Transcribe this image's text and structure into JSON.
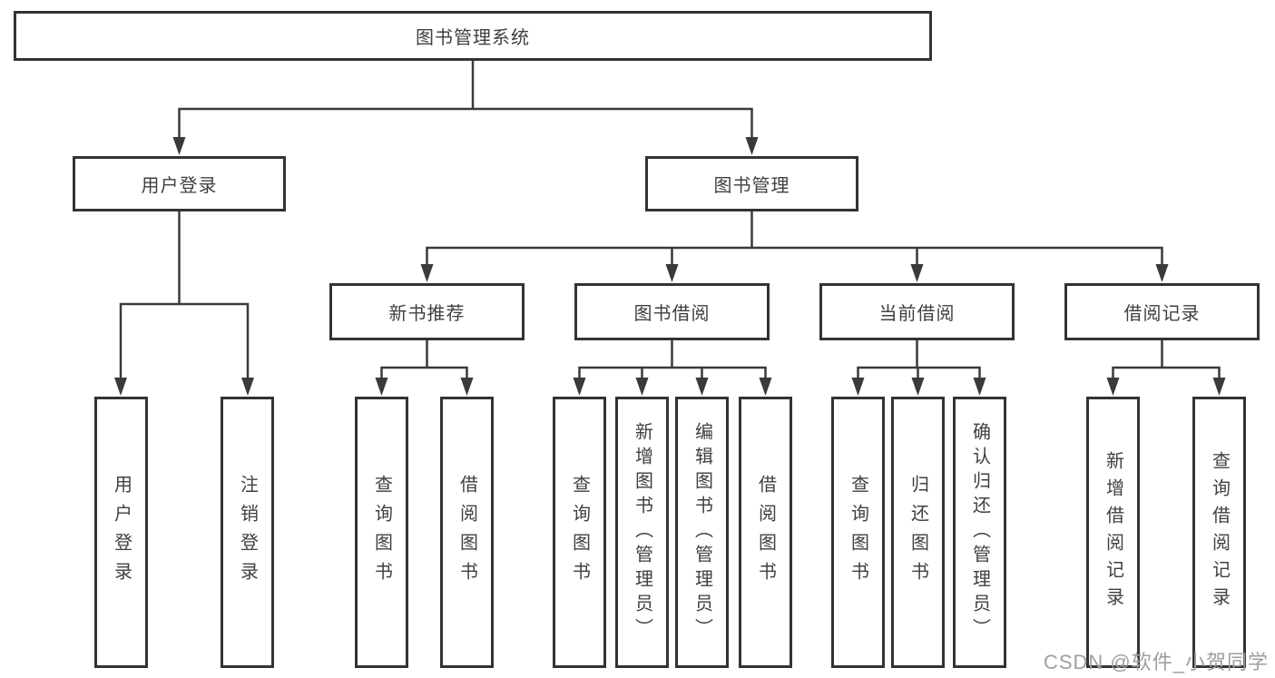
{
  "diagram": {
    "root": {
      "id": "library-management-system",
      "label": "图书管理系统"
    },
    "level2": [
      {
        "id": "user-login",
        "label": "用户登录",
        "parent": "library-management-system"
      },
      {
        "id": "book-management",
        "label": "图书管理",
        "parent": "library-management-system"
      }
    ],
    "level3": [
      {
        "id": "new-book-recommend",
        "label": "新书推荐",
        "parent": "book-management"
      },
      {
        "id": "book-borrow",
        "label": "图书借阅",
        "parent": "book-management"
      },
      {
        "id": "current-borrow",
        "label": "当前借阅",
        "parent": "book-management"
      },
      {
        "id": "borrow-records",
        "label": "借阅记录",
        "parent": "book-management"
      }
    ],
    "leaves": [
      {
        "id": "leaf-user-login",
        "label": "用户登录",
        "parent": "user-login"
      },
      {
        "id": "leaf-logout-login",
        "label": "注销登录",
        "parent": "user-login"
      },
      {
        "id": "leaf-query-book-newrec",
        "label": "查询图书",
        "parent": "new-book-recommend"
      },
      {
        "id": "leaf-borrow-book-newrec",
        "label": "借阅图书",
        "parent": "new-book-recommend"
      },
      {
        "id": "leaf-query-book-borrow",
        "label": "查询图书",
        "parent": "book-borrow"
      },
      {
        "id": "leaf-add-book-admin",
        "label": "新增图书（管理员）",
        "parent": "book-borrow"
      },
      {
        "id": "leaf-edit-book-admin",
        "label": "编辑图书（管理员）",
        "parent": "book-borrow"
      },
      {
        "id": "leaf-borrow-book",
        "label": "借阅图书",
        "parent": "book-borrow"
      },
      {
        "id": "leaf-query-book-current",
        "label": "查询图书",
        "parent": "current-borrow"
      },
      {
        "id": "leaf-return-book",
        "label": "归还图书",
        "parent": "current-borrow"
      },
      {
        "id": "leaf-confirm-return-admin",
        "label": "确认归还（管理员）",
        "parent": "current-borrow"
      },
      {
        "id": "leaf-add-borrow-record",
        "label": "新增借阅记录",
        "parent": "borrow-records"
      },
      {
        "id": "leaf-query-borrow-record",
        "label": "查询借阅记录",
        "parent": "borrow-records"
      }
    ]
  },
  "watermark": {
    "text": "CSDN @软件_小贺同学"
  },
  "colors": {
    "line": "#3a3a3a",
    "border": "#333333",
    "text": "#404040",
    "background": "#ffffff",
    "watermark": "#9e9e9e"
  }
}
